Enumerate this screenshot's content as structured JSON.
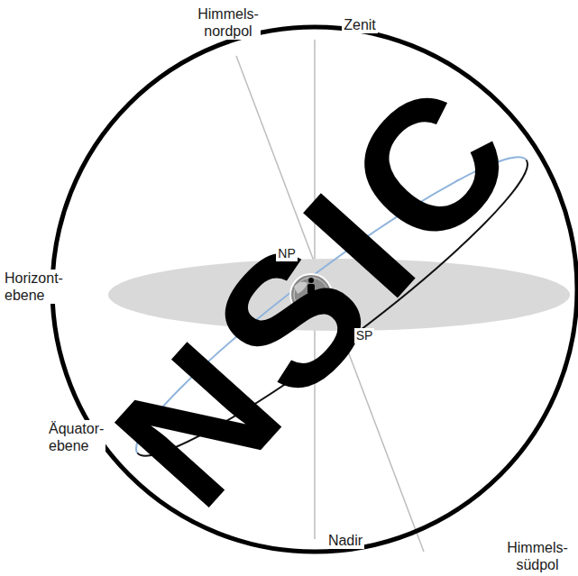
{
  "diagram": {
    "labels": [
      "Himmels- nordpol",
      "Zenit",
      "Horizont- ebene",
      "Äquator- ebene",
      "Nadir",
      "Himmels- südpol",
      "NSIC",
      "NP",
      "SP"
    ]
  }
}
